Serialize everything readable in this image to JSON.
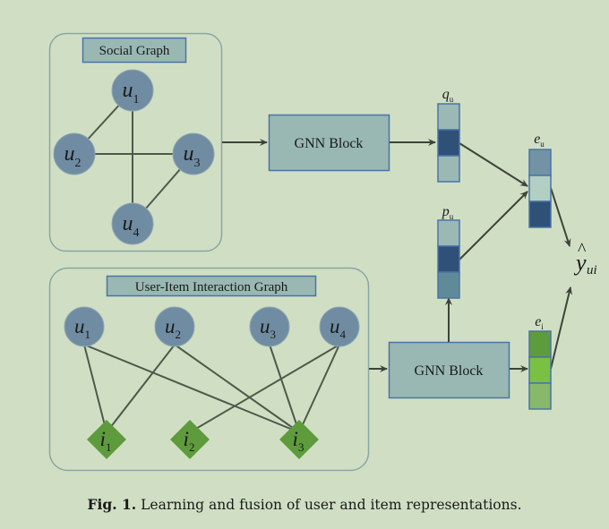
{
  "social_graph": {
    "title": "Social Graph",
    "nodes": [
      {
        "id": "u1",
        "base": "u",
        "sub": "1"
      },
      {
        "id": "u2",
        "base": "u",
        "sub": "2"
      },
      {
        "id": "u3",
        "base": "u",
        "sub": "3"
      },
      {
        "id": "u4",
        "base": "u",
        "sub": "4"
      }
    ],
    "edges": [
      [
        "u1",
        "u2"
      ],
      [
        "u1",
        "u4"
      ],
      [
        "u2",
        "u3"
      ],
      [
        "u3",
        "u4"
      ]
    ]
  },
  "interaction_graph": {
    "title": "User-Item Interaction Graph",
    "users": [
      {
        "id": "u1",
        "base": "u",
        "sub": "1"
      },
      {
        "id": "u2",
        "base": "u",
        "sub": "2"
      },
      {
        "id": "u3",
        "base": "u",
        "sub": "3"
      },
      {
        "id": "u4",
        "base": "u",
        "sub": "4"
      }
    ],
    "items": [
      {
        "id": "i1",
        "base": "i",
        "sub": "1"
      },
      {
        "id": "i2",
        "base": "i",
        "sub": "2"
      },
      {
        "id": "i3",
        "base": "i",
        "sub": "3"
      }
    ],
    "edges": [
      [
        "u1",
        "i1"
      ],
      [
        "u1",
        "i3"
      ],
      [
        "u2",
        "i1"
      ],
      [
        "u2",
        "i3"
      ],
      [
        "u3",
        "i3"
      ],
      [
        "u4",
        "i2"
      ],
      [
        "u4",
        "i3"
      ]
    ]
  },
  "gnn_blocks": {
    "top": "GNN Block",
    "bottom": "GNN Block"
  },
  "vectors": {
    "q_u": {
      "base": "q",
      "sub": "u",
      "cells": [
        "#9bb9b4",
        "#2f5077",
        "#9bb9b4"
      ]
    },
    "p_u": {
      "base": "p",
      "sub": "u",
      "cells": [
        "#9bb9b4",
        "#2f5077",
        "#5f8b99"
      ]
    },
    "e_u": {
      "base": "e",
      "sub": "u",
      "cells": [
        "#7393a5",
        "#b2cfc3",
        "#2f5077"
      ]
    },
    "e_i": {
      "base": "e",
      "sub": "i",
      "cells": [
        "#5e9b3c",
        "#7ac143",
        "#88b86a"
      ]
    }
  },
  "output": {
    "base": "y",
    "hat": "^",
    "sub": "ui"
  },
  "caption": {
    "label": "Fig. 1.",
    "text": "Learning and fusion of user and item representations."
  },
  "colors": {
    "background": "#d0dfc4",
    "panel_border": "#7f9ea0",
    "user_node": "#6f8ca3",
    "item_node": "#5e9b3c",
    "block_fill": "#99b8b3",
    "block_border": "#4a73a8",
    "edge": "#4d5a4a"
  }
}
